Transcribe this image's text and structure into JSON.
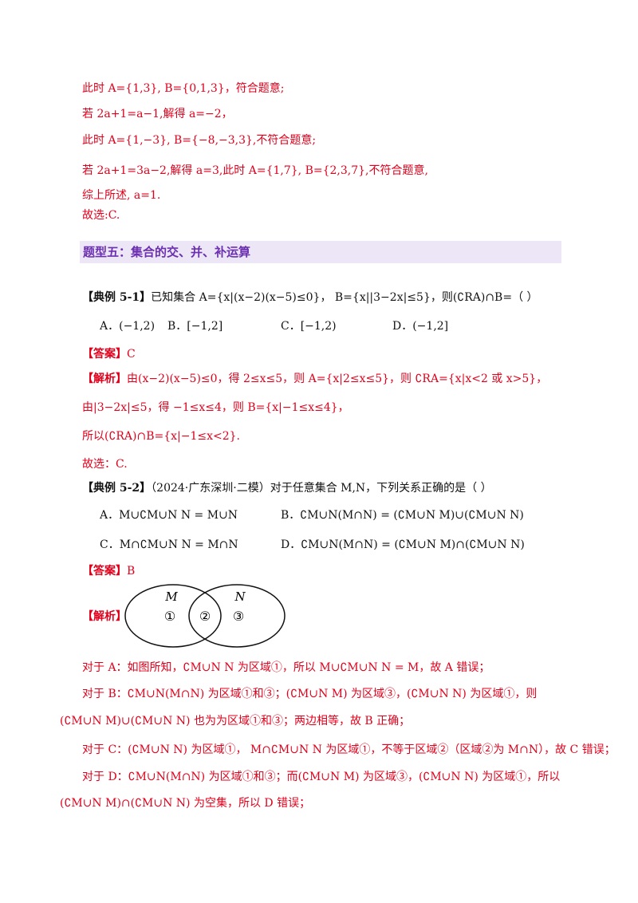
{
  "lines": {
    "l1": "此时 A={1,3}, B={0,1,3}，符合题意;",
    "l2": "若 2a+1=a−1,解得 a=−2，",
    "l3": "此时 A={1,−3}, B={−8,−3,3},不符合题意;",
    "l4": "若 2a+1=3a−2,解得 a=3,此时 A={1,7}, B={2,3,7},不符合题意,",
    "l5": "综上所述, a=1.",
    "l6": "故选:C."
  },
  "heading": "题型五：集合的交、并、补运算",
  "ex1": {
    "label": "【典例 5-1】",
    "question": "已知集合 A={x|(x−2)(x−5)≤0}， B={x||3−2x|≤5}，则(∁RA)∩B=（    ）",
    "choices": [
      "A．(−1,2)",
      "B．[−1,2]",
      "C．[−1,2)",
      "D．(−1,2]"
    ],
    "answer_label": "【答案】",
    "answer": "C",
    "analysis_label": "【解析】",
    "analysis": [
      "由(x−2)(x−5)≤0，得 2≤x≤5，则 A={x|2≤x≤5}，则 ∁RA={x|x<2 或 x>5}，",
      "由|3−2x|≤5，得 −1≤x≤4，则 B={x|−1≤x≤4}，",
      "所以(∁RA)∩B={x|−1≤x<2}."
    ],
    "conclusion": "故选：C."
  },
  "ex2": {
    "label": "【典例 5-2】",
    "question": "（2024·广东深圳·二模）对于任意集合 M,N，下列关系正确的是（    ）",
    "choices": [
      "A．M∪∁M∪N N = M∪N",
      "B．∁M∪N(M∩N) = (∁M∪N M)∪(∁M∪N N)",
      "C．M∩∁M∪N N = M∩N",
      "D．∁M∪N(M∩N) = (∁M∪N M)∩(∁M∪N N)"
    ],
    "answer_label": "【答案】",
    "answer": "B",
    "analysis_label": "【解析】",
    "venn": {
      "left_label": "M",
      "right_label": "N",
      "regions": [
        "①",
        "②",
        "③"
      ]
    },
    "analysis": [
      "对于 A：如图所知，∁M∪N N 为区域①，所以 M∪∁M∪N N = M，故 A 错误；",
      "对于 B：∁M∪N(M∩N) 为区域①和③；(∁M∪N M) 为区域③，(∁M∪N N) 为区域①，则",
      "(∁M∪N M)∪(∁M∪N N) 也为为区域①和③；两边相等，故 B 正确；",
      "对于 C：(∁M∪N N) 为区域①， M∩∁M∪N N 为区域①，不等于区域②（区域②为 M∩N），故 C 错误；",
      "对于 D：∁M∪N(M∩N) 为区域①和③；而(∁M∪N M) 为区域③，(∁M∪N N) 为区域①，所以",
      "(∁M∪N M)∩(∁M∪N N) 为空集，所以 D 错误；"
    ]
  }
}
